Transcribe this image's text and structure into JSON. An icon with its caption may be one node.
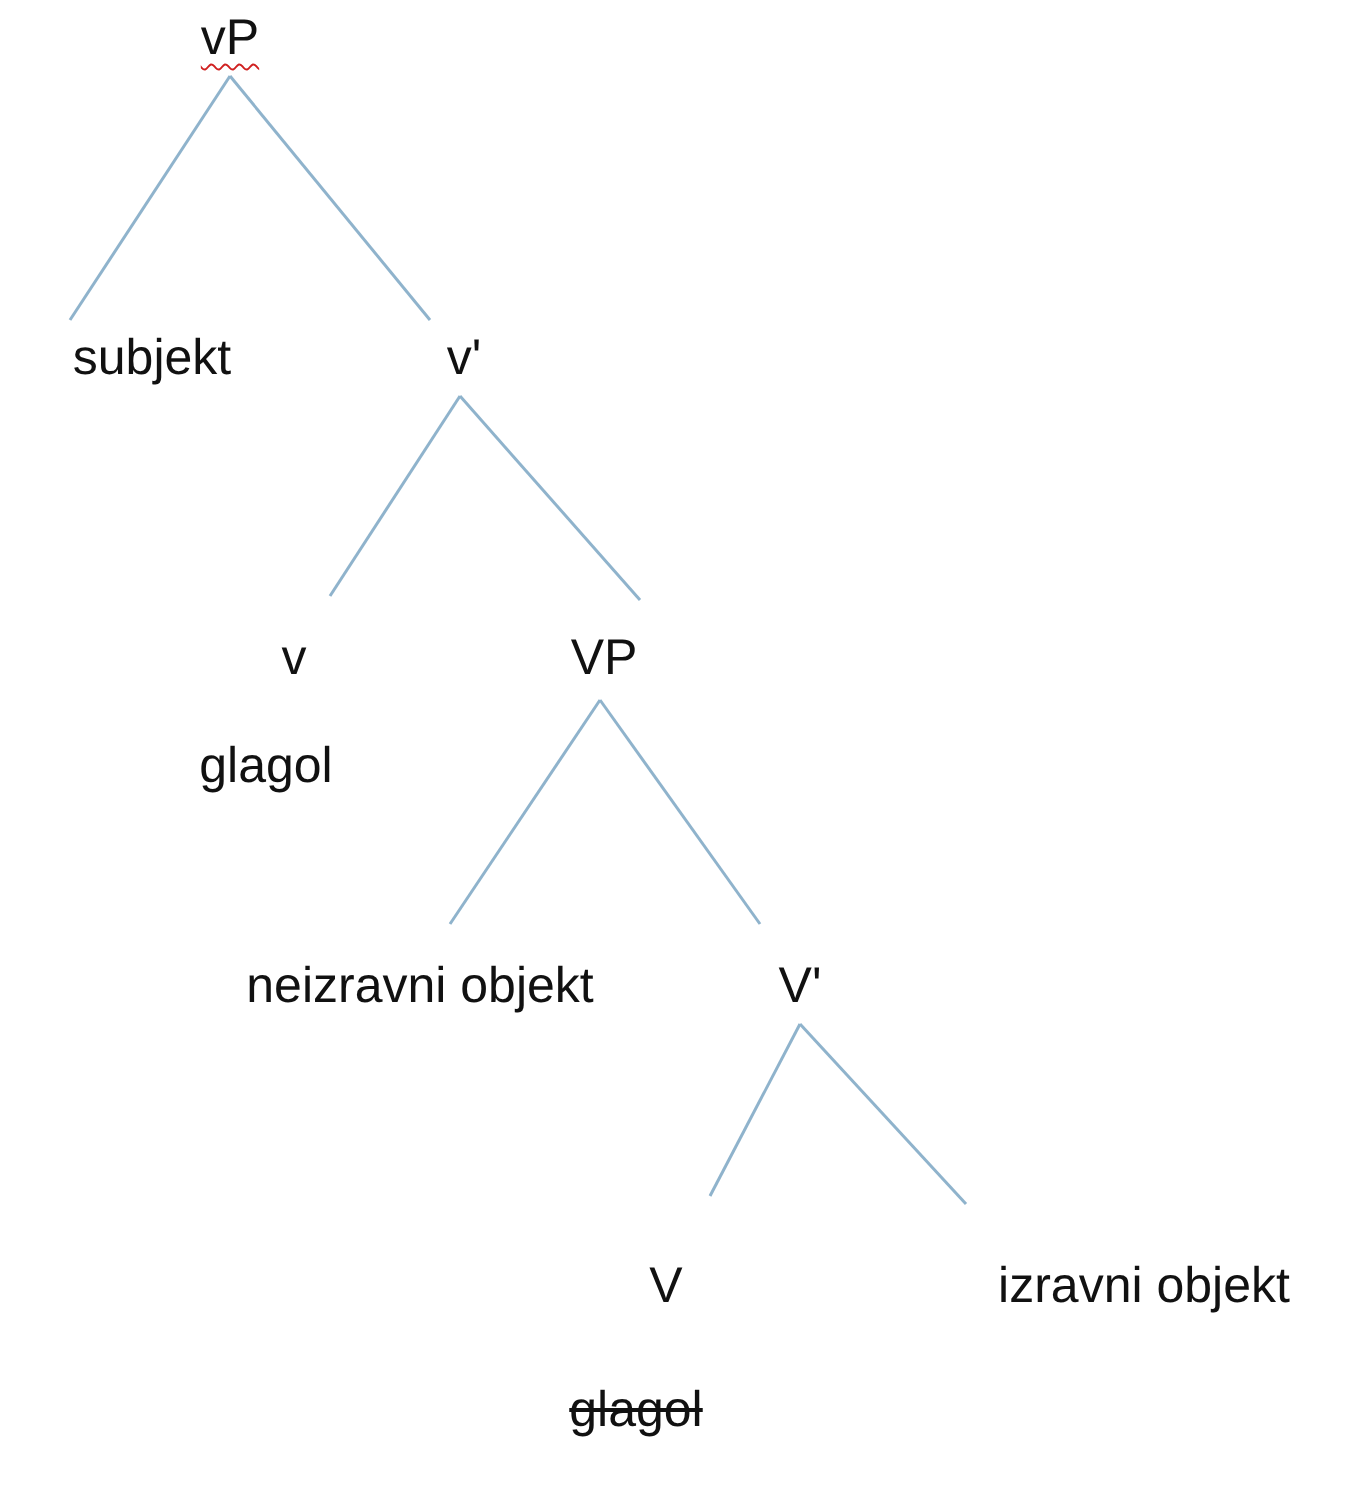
{
  "diagram": {
    "nodes": [
      {
        "text": [
          "vP"
        ]
      },
      {
        "text": [
          "subjekt"
        ]
      },
      {
        "text": [
          "v'"
        ]
      },
      {
        "text": [
          "v"
        ],
        "beside": [
          "glagol"
        ]
      },
      {
        "text": [
          "VP"
        ]
      },
      {
        "text": [
          "neizravni objekt"
        ]
      },
      {
        "text": [
          "V'"
        ]
      },
      {
        "text": [
          "V"
        ],
        "beside": [
          "glagol"
        ]
      },
      {
        "text": [
          "izravni objekt"
        ]
      }
    ],
    "edges": [
      {
        "from": 0,
        "to": 1,
        "arrow": "none"
      },
      {
        "from": 0,
        "to": 2,
        "arrow": "none"
      },
      {
        "from": 2,
        "to": 3,
        "arrow": "none"
      },
      {
        "from": 2,
        "to": 4,
        "arrow": "none"
      },
      {
        "from": 4,
        "to": 5,
        "arrow": "none"
      },
      {
        "from": 4,
        "to": 6,
        "arrow": "none"
      },
      {
        "from": 6,
        "to": 7,
        "arrow": "none"
      },
      {
        "from": 6,
        "to": 8,
        "arrow": "none"
      }
    ]
  }
}
